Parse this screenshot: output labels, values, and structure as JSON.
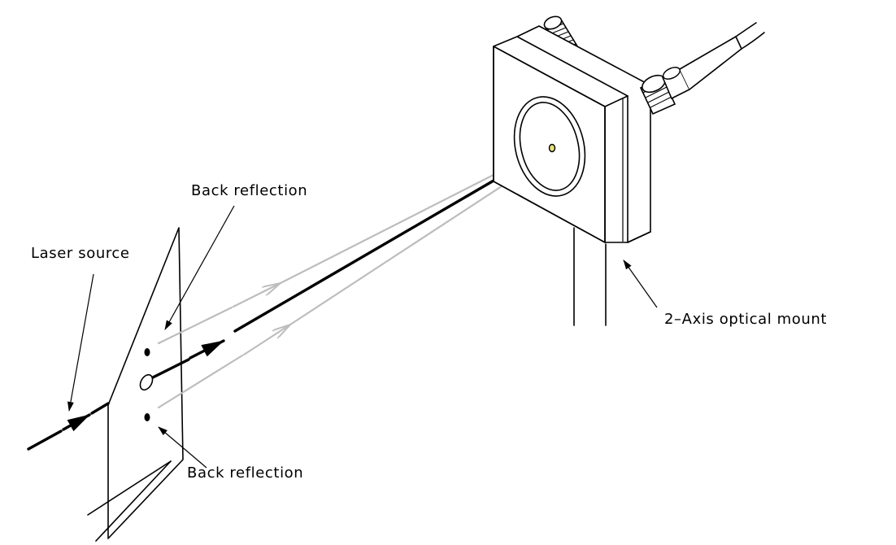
{
  "labels": {
    "back_reflection_top": "Back reflection",
    "laser_source": "Laser source",
    "mount": "2–Axis optical mount",
    "back_reflection_bottom": "Back reflection"
  },
  "colors": {
    "line": "#000000",
    "reflection": "#bdbdbd",
    "fiber_core": "#e8e27a",
    "background": "#ffffff"
  }
}
